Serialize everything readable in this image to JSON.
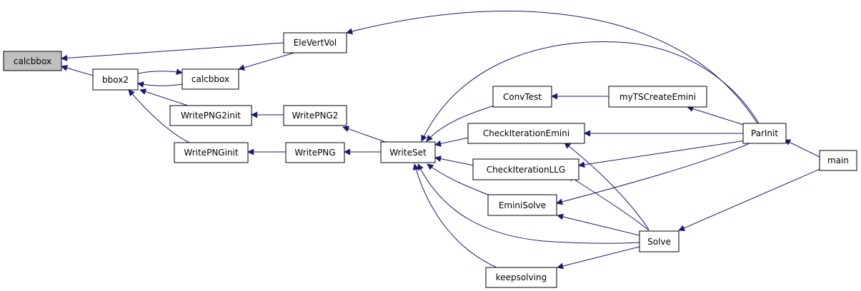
{
  "graph": {
    "colors": {
      "edge": "#191970",
      "node_fill": "#ffffff",
      "highlight_fill": "#bfbfbf",
      "border": "#000000"
    },
    "nodes": {
      "calcbbox_root": {
        "label": "calcbbox",
        "highlighted": true
      },
      "bbox2": {
        "label": "bbox2"
      },
      "calcbbox_inner": {
        "label": "calcbbox"
      },
      "elevertvol": {
        "label": "EleVertVol"
      },
      "writepng2init": {
        "label": "WritePNG2init"
      },
      "writepnginit": {
        "label": "WritePNGinit"
      },
      "writepng2": {
        "label": "WritePNG2"
      },
      "writepng": {
        "label": "WritePNG"
      },
      "writeset": {
        "label": "WriteSet"
      },
      "convtest": {
        "label": "ConvTest"
      },
      "mytscreateemini": {
        "label": "myTSCreateEmini"
      },
      "checkiterationemini": {
        "label": "CheckIterationEmini"
      },
      "checkiterationllg": {
        "label": "CheckIterationLLG"
      },
      "eminisolve": {
        "label": "EminiSolve"
      },
      "keepsolving": {
        "label": "keepsolving"
      },
      "parinit": {
        "label": "ParInit"
      },
      "solve": {
        "label": "Solve"
      },
      "main": {
        "label": "main"
      }
    }
  }
}
